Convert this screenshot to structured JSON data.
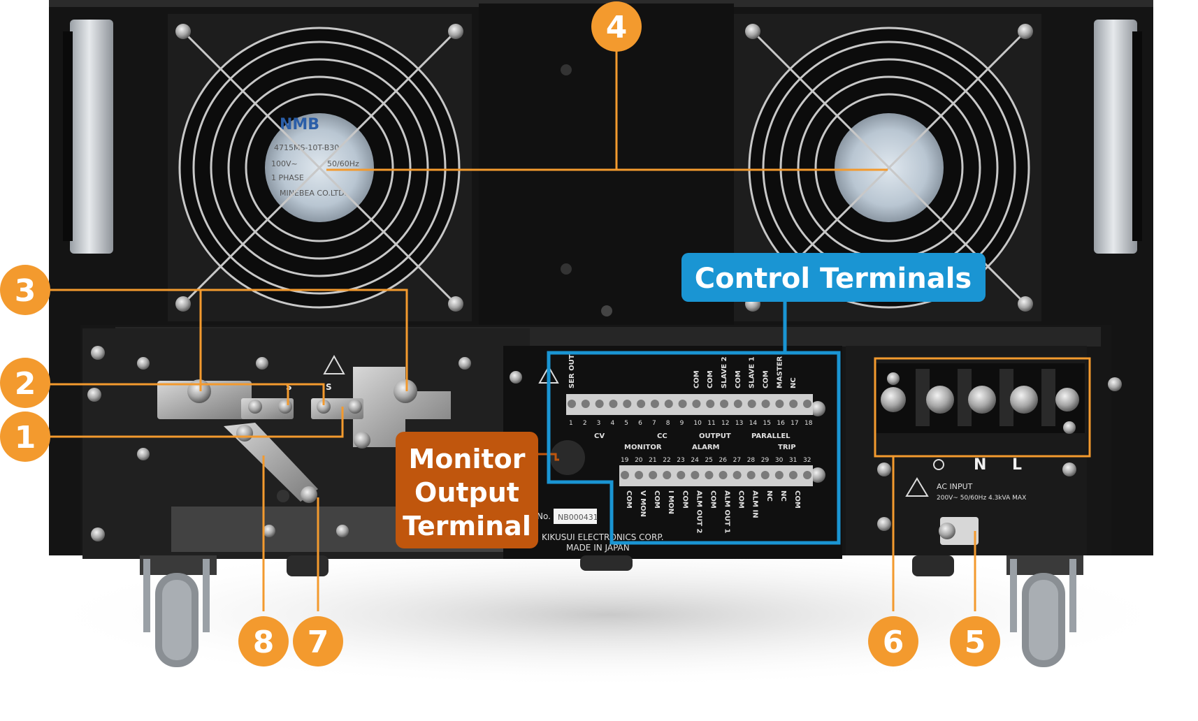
{
  "callouts": {
    "badge_1": "1",
    "badge_2": "2",
    "badge_3": "3",
    "badge_4": "4",
    "badge_5": "5",
    "badge_6": "6",
    "badge_7": "7",
    "badge_8": "8"
  },
  "control_terminals": {
    "title": "Control Terminals"
  },
  "monitor_output": {
    "line1": "Monitor",
    "line2": "Output",
    "line3": "Terminal"
  },
  "terminal_block": {
    "top_labels": [
      "SER OUT",
      "COM",
      "COM",
      "SLAVE 2",
      "COM",
      "SLAVE 1",
      "COM",
      "MASTER",
      "NC"
    ],
    "row1_numbers": [
      "1",
      "2",
      "3",
      "4",
      "5",
      "6",
      "7",
      "8",
      "9",
      "10",
      "11",
      "12",
      "13",
      "14",
      "15",
      "16",
      "17",
      "18"
    ],
    "row1_groups": [
      "CV",
      "CC",
      "OUTPUT",
      "PARALLEL"
    ],
    "row2_groups": [
      "MONITOR",
      "ALARM",
      "TRIP"
    ],
    "row2_numbers": [
      "19",
      "20",
      "21",
      "22",
      "23",
      "24",
      "25",
      "26",
      "27",
      "28",
      "29",
      "30",
      "31",
      "32"
    ],
    "bottom_labels": [
      "COM",
      "V MON",
      "COM",
      "I MON",
      "COM",
      "ALM OUT 2",
      "COM",
      "ALM OUT 1",
      "COM",
      "ALM IN",
      "NC",
      "NC",
      "COM"
    ]
  },
  "output_terminal": {
    "polarity_s": "S"
  },
  "ac_input": {
    "label_n": "N",
    "label_l": "L",
    "label": "AC INPUT",
    "rating": "200V~ 50/60Hz 4.3kVA MAX"
  },
  "nameplate": {
    "no_label": "No.",
    "serial": "NB000431",
    "manufacturer": "KIKUSUI ELECTRONICS CORP.",
    "made_in": "MADE IN JAPAN"
  },
  "fan_label": {
    "brand": "NMB",
    "model": "4715MS-10T-B30",
    "rating_v": "100V~",
    "rating_hz": "50/60Hz",
    "phase": "1 PHASE",
    "origin": "MINEBEA CO.LTD."
  },
  "colors": {
    "callout_orange": "#f39a2e",
    "control_blue": "#1a95d3",
    "monitor_brown": "#c0560d",
    "chassis": "#141414"
  }
}
